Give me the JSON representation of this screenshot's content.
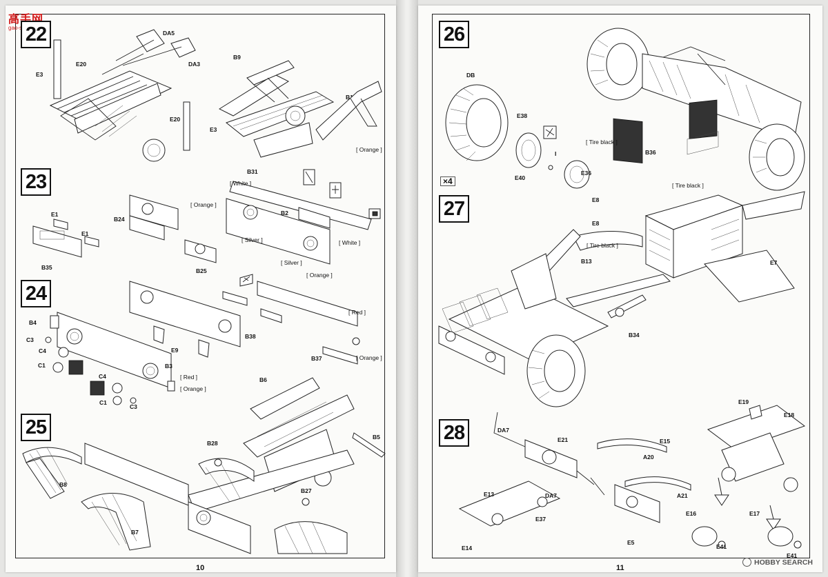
{
  "watermark_top": {
    "site_cn": "高手网",
    "site_url": "gao-shou.com"
  },
  "watermark_bottom": {
    "text": "HOBBY SEARCH"
  },
  "left_page": {
    "page_number": "10",
    "steps": [
      {
        "number": "22",
        "labels": [
          "DA5",
          "DA3",
          "B9",
          "E20",
          "E3",
          "E20",
          "E3",
          "B10",
          "[ Orange ]"
        ]
      },
      {
        "number": "23",
        "labels": [
          "B31",
          "[ White ]",
          "[ Orange ]",
          "B2",
          "E1",
          "B24",
          "E1",
          "[ Silver ]",
          "[ White ]",
          "B35",
          "B25",
          "[ Silver ]",
          "[ Orange ]"
        ]
      },
      {
        "number": "24",
        "labels": [
          "[ Red ]",
          "B4",
          "C3",
          "C4",
          "E9",
          "B38",
          "B37",
          "[ Orange ]",
          "C1",
          "B3",
          "[ Red ]",
          "C4",
          "[ Orange ]",
          "C1",
          "C3",
          "B6"
        ]
      },
      {
        "number": "25",
        "labels": [
          "B5",
          "B28",
          "B8",
          "B27",
          "B7"
        ]
      }
    ]
  },
  "right_page": {
    "page_number": "11",
    "steps": [
      {
        "number": "26",
        "labels": [
          "DB",
          "E38",
          "I",
          "[ Tire black ]",
          "B36",
          "E40",
          "E36",
          "[ Tire black ]"
        ],
        "multiplier": "×4"
      },
      {
        "number": "27",
        "labels": [
          "E8",
          "E8",
          "[ Tire black ]",
          "B13",
          "E7",
          "B34"
        ]
      },
      {
        "number": "28",
        "labels": [
          "DA7",
          "E21",
          "E15",
          "E19",
          "E18",
          "A20",
          "DA7",
          "A21",
          "E13",
          "E37",
          "E16",
          "E17",
          "E14",
          "E5",
          "E41",
          "E41"
        ]
      }
    ]
  }
}
